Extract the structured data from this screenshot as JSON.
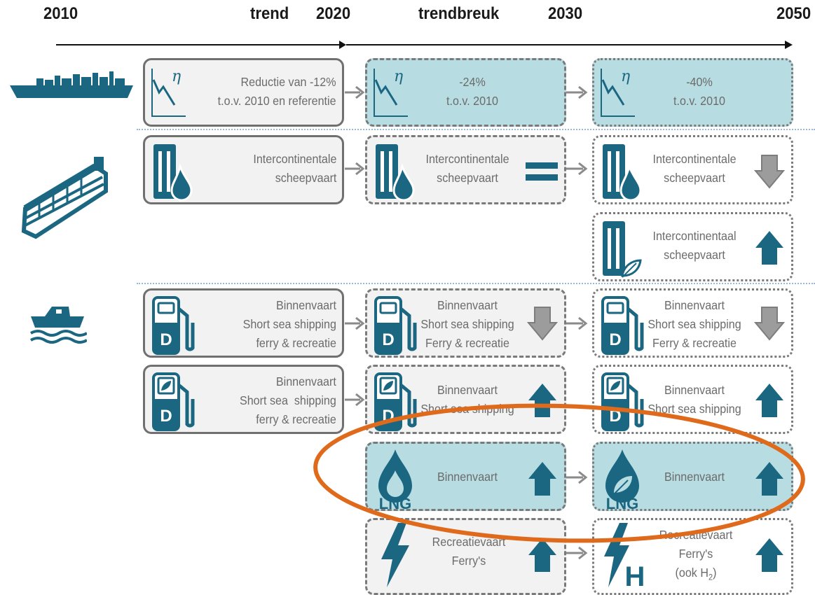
{
  "timeline": {
    "year_2010": "2010",
    "trend": "trend",
    "year_2020": "2020",
    "trendbreuk": "trendbreuk",
    "year_2030": "2030",
    "year_2050": "2050"
  },
  "colors": {
    "teal": "#1b6782",
    "teal_light_fill": "#b7dde3",
    "gray_arrow": "#9c9c9c",
    "highlight": "#e06a1b"
  },
  "rows": {
    "efficiency": {
      "b2020": {
        "line1": "Reductie van -12%",
        "line2": "t.o.v. 2010 en referentie"
      },
      "b2030": {
        "line1": "-24%",
        "line2": "t.o.v. 2010"
      },
      "b2050": {
        "line1": "-40%",
        "line2": "t.o.v. 2010"
      },
      "eta": "η"
    },
    "intercontinental": {
      "b2020": {
        "line1": "Intercontinentale",
        "line2": "scheepvaart"
      },
      "b2030": {
        "line1": "Intercontinentale",
        "line2": "scheepvaart",
        "trend": "equal"
      },
      "b2050a": {
        "line1": "Intercontinentale",
        "line2": "scheepvaart",
        "trend": "down"
      },
      "b2050b": {
        "line1": "Intercontinentaal",
        "line2": "scheepvaart",
        "trend": "up"
      }
    },
    "diesel": {
      "b2020": {
        "line1": "Binnenvaart",
        "line2": "Short sea shipping",
        "line3": "ferry & recreatie"
      },
      "b2030": {
        "line1": "Binnenvaart",
        "line2": "Short sea shipping",
        "line3": "Ferry & recreatie",
        "trend": "down"
      },
      "b2050": {
        "line1": "Binnenvaart",
        "line2": "Short sea shipping",
        "line3": "Ferry & recreatie",
        "trend": "down"
      },
      "pump_letter": "D"
    },
    "biodiesel": {
      "b2020": {
        "line1": "Binnenvaart",
        "line2": "Short sea  shipping",
        "line3": "ferry & recreatie"
      },
      "b2030": {
        "line1": "Binnenvaart",
        "line2": "Short sea shipping",
        "trend": "up"
      },
      "b2050": {
        "line1": "Binnenvaart",
        "line2": "Short sea shipping",
        "trend": "up"
      },
      "pump_letter": "D"
    },
    "lng": {
      "b2030": {
        "line1": "Binnenvaart",
        "trend": "up"
      },
      "b2050": {
        "line1": "Binnenvaart",
        "trend": "up"
      },
      "lng_label": "LNG"
    },
    "electric": {
      "b2030": {
        "line1": "Recreatievaart",
        "line2": "Ferry's",
        "trend": "up"
      },
      "b2050": {
        "line1": "Recreatievaart",
        "line2": "Ferry's",
        "line3": "(ook H",
        "line3_sub": "2",
        "line3_end": ")",
        "trend": "up"
      },
      "h_letter": "H"
    }
  }
}
